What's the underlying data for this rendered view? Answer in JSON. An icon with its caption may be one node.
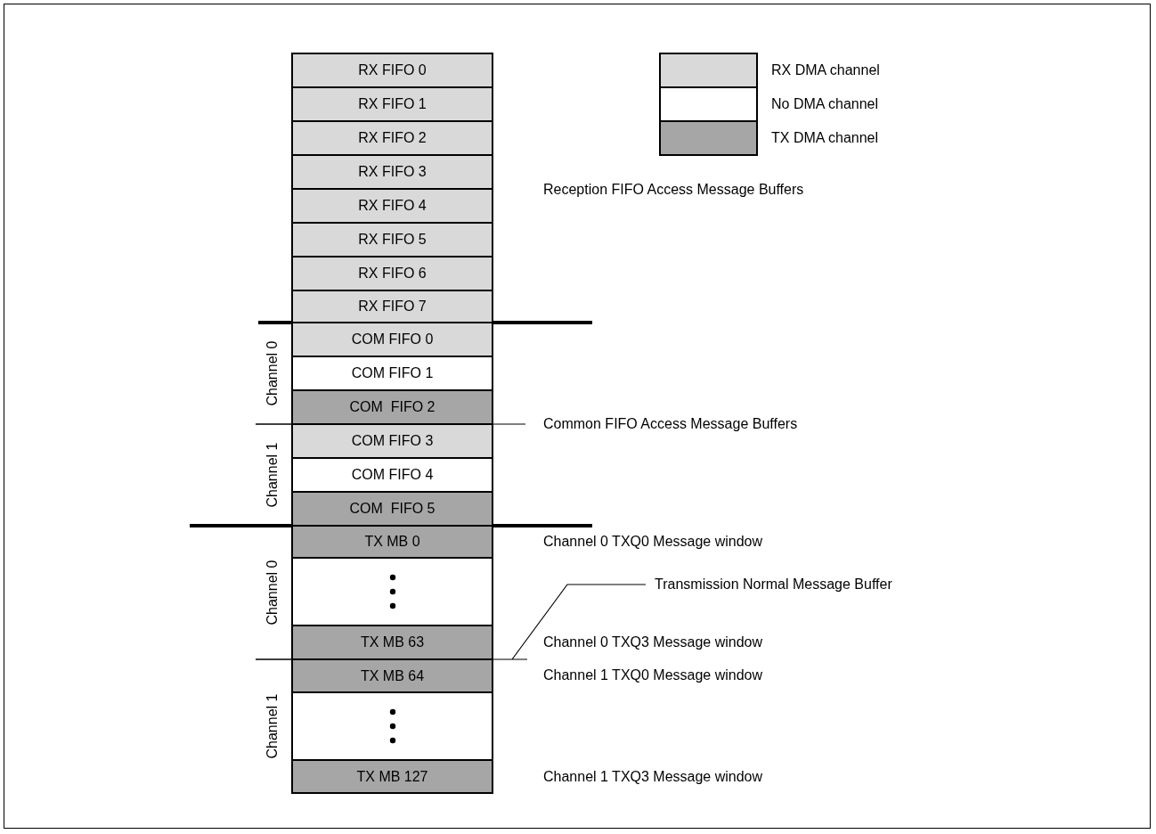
{
  "diagram": {
    "nodes": [
      {
        "text": [
          "RX FIFO 0"
        ]
      },
      {
        "text": [
          "RX FIFO 1"
        ]
      },
      {
        "text": [
          "RX FIFO 2"
        ]
      },
      {
        "text": [
          "RX FIFO 3"
        ]
      },
      {
        "text": [
          "RX FIFO 4"
        ]
      },
      {
        "text": [
          "RX FIFO 5"
        ]
      },
      {
        "text": [
          "RX FIFO 6"
        ]
      },
      {
        "text": [
          "RX FIFO 7"
        ]
      },
      {
        "text": [
          "COM FIFO 0"
        ]
      },
      {
        "text": [
          "COM FIFO 1"
        ]
      },
      {
        "text": [
          "COM  FIFO 2"
        ]
      },
      {
        "text": [
          "COM FIFO 3"
        ]
      },
      {
        "text": [
          "COM FIFO 4"
        ]
      },
      {
        "text": [
          "COM  FIFO 5"
        ]
      },
      {
        "text": [
          "TX MB 0"
        ]
      },
      {
        "text": [],
        "shape": "box"
      },
      {
        "text": [
          "TX MB 63"
        ]
      },
      {
        "text": [
          "TX MB 64"
        ]
      },
      {
        "text": [],
        "shape": "box"
      },
      {
        "text": [
          "TX MB 127"
        ]
      },
      {
        "text": [
          "Common FIFO Access Message Buffers"
        ]
      },
      {
        "text": [
          "Transmission Normal Message Buffer"
        ]
      }
    ],
    "edges": [
      {
        "from": 20,
        "to": 10,
        "arrow": "none"
      },
      {
        "from": 21,
        "to": 16,
        "arrow": "none"
      }
    ],
    "labels": [
      "Reception FIFO Access Message Buffers",
      "Channel 0",
      "Channel 1",
      "Channel 0 TXQ0 Message window",
      "Channel 0",
      "Channel 0 TXQ3 Message window",
      "Channel 1 TXQ0 Message window",
      "Channel 1",
      "Channel 1 TXQ3 Message window"
    ],
    "legend": [
      {
        "text": "RX DMA channel",
        "color": "#d9d9d9"
      },
      {
        "text": "No DMA channel",
        "color": "#ffffff"
      },
      {
        "text": "TX DMA channel",
        "color": "#a6a6a6"
      }
    ]
  }
}
